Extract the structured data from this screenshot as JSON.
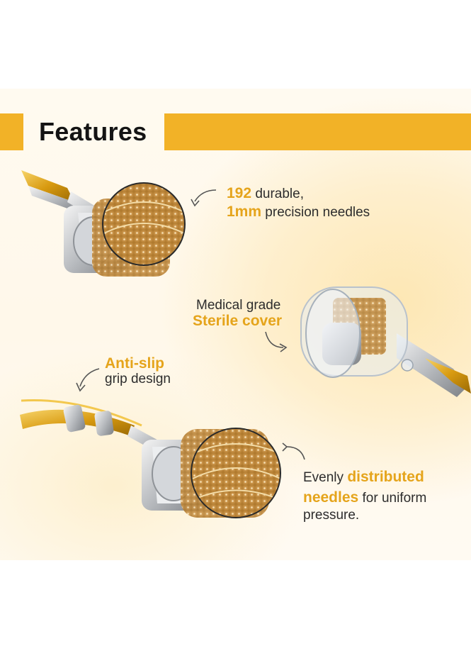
{
  "header": {
    "title": "Features"
  },
  "features": [
    {
      "highlight": "192",
      "text": " durable,",
      "highlight2": "1mm",
      "text2": " precision needles"
    },
    {
      "text": "Medical grade",
      "highlight": "Sterile cover"
    },
    {
      "highlight": "Anti-slip",
      "text": "grip design"
    },
    {
      "text": "Evenly ",
      "highlight": "distributed",
      "highlight2": "needles",
      "text2": " for uniform",
      "text3": "pressure."
    }
  ],
  "colors": {
    "accent": "#f2b227",
    "highlight_text": "#e5a41b",
    "title_text": "#141414"
  },
  "icons": [
    "dermaroller-closeup",
    "sterile-cover-roller",
    "curved-arrow",
    "magnified-needles"
  ]
}
